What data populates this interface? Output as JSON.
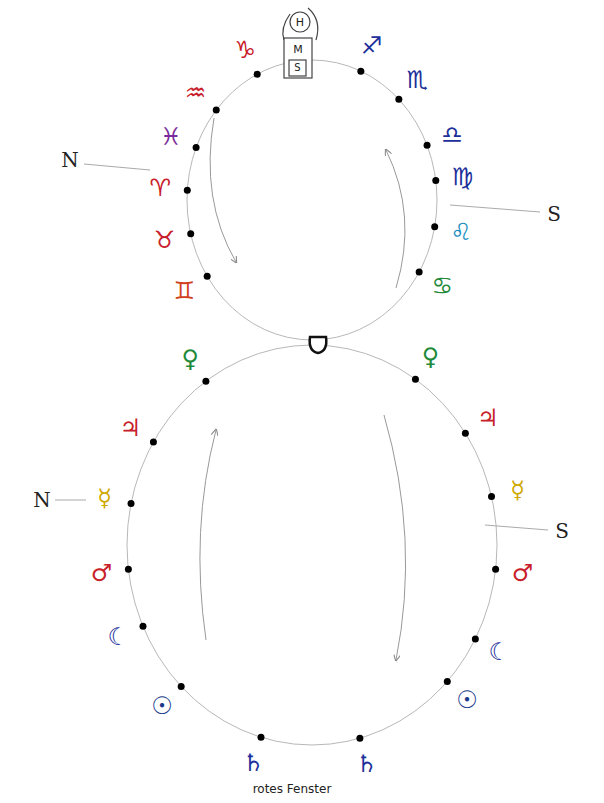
{
  "diagram": {
    "labels": [
      "H",
      "M",
      "S",
      "♑",
      "♐",
      "♒",
      "♏",
      "♓",
      "♎",
      "N",
      "♈",
      "♍",
      "S",
      "♉",
      "♌",
      "♊",
      "♋",
      "♀",
      "♀",
      "♃",
      "♃",
      "N",
      "☿",
      "☿",
      "S",
      "♂",
      "♂",
      "☾",
      "☾",
      "☉",
      "☉",
      "♄",
      "♄",
      "rotes Fenster"
    ]
  }
}
